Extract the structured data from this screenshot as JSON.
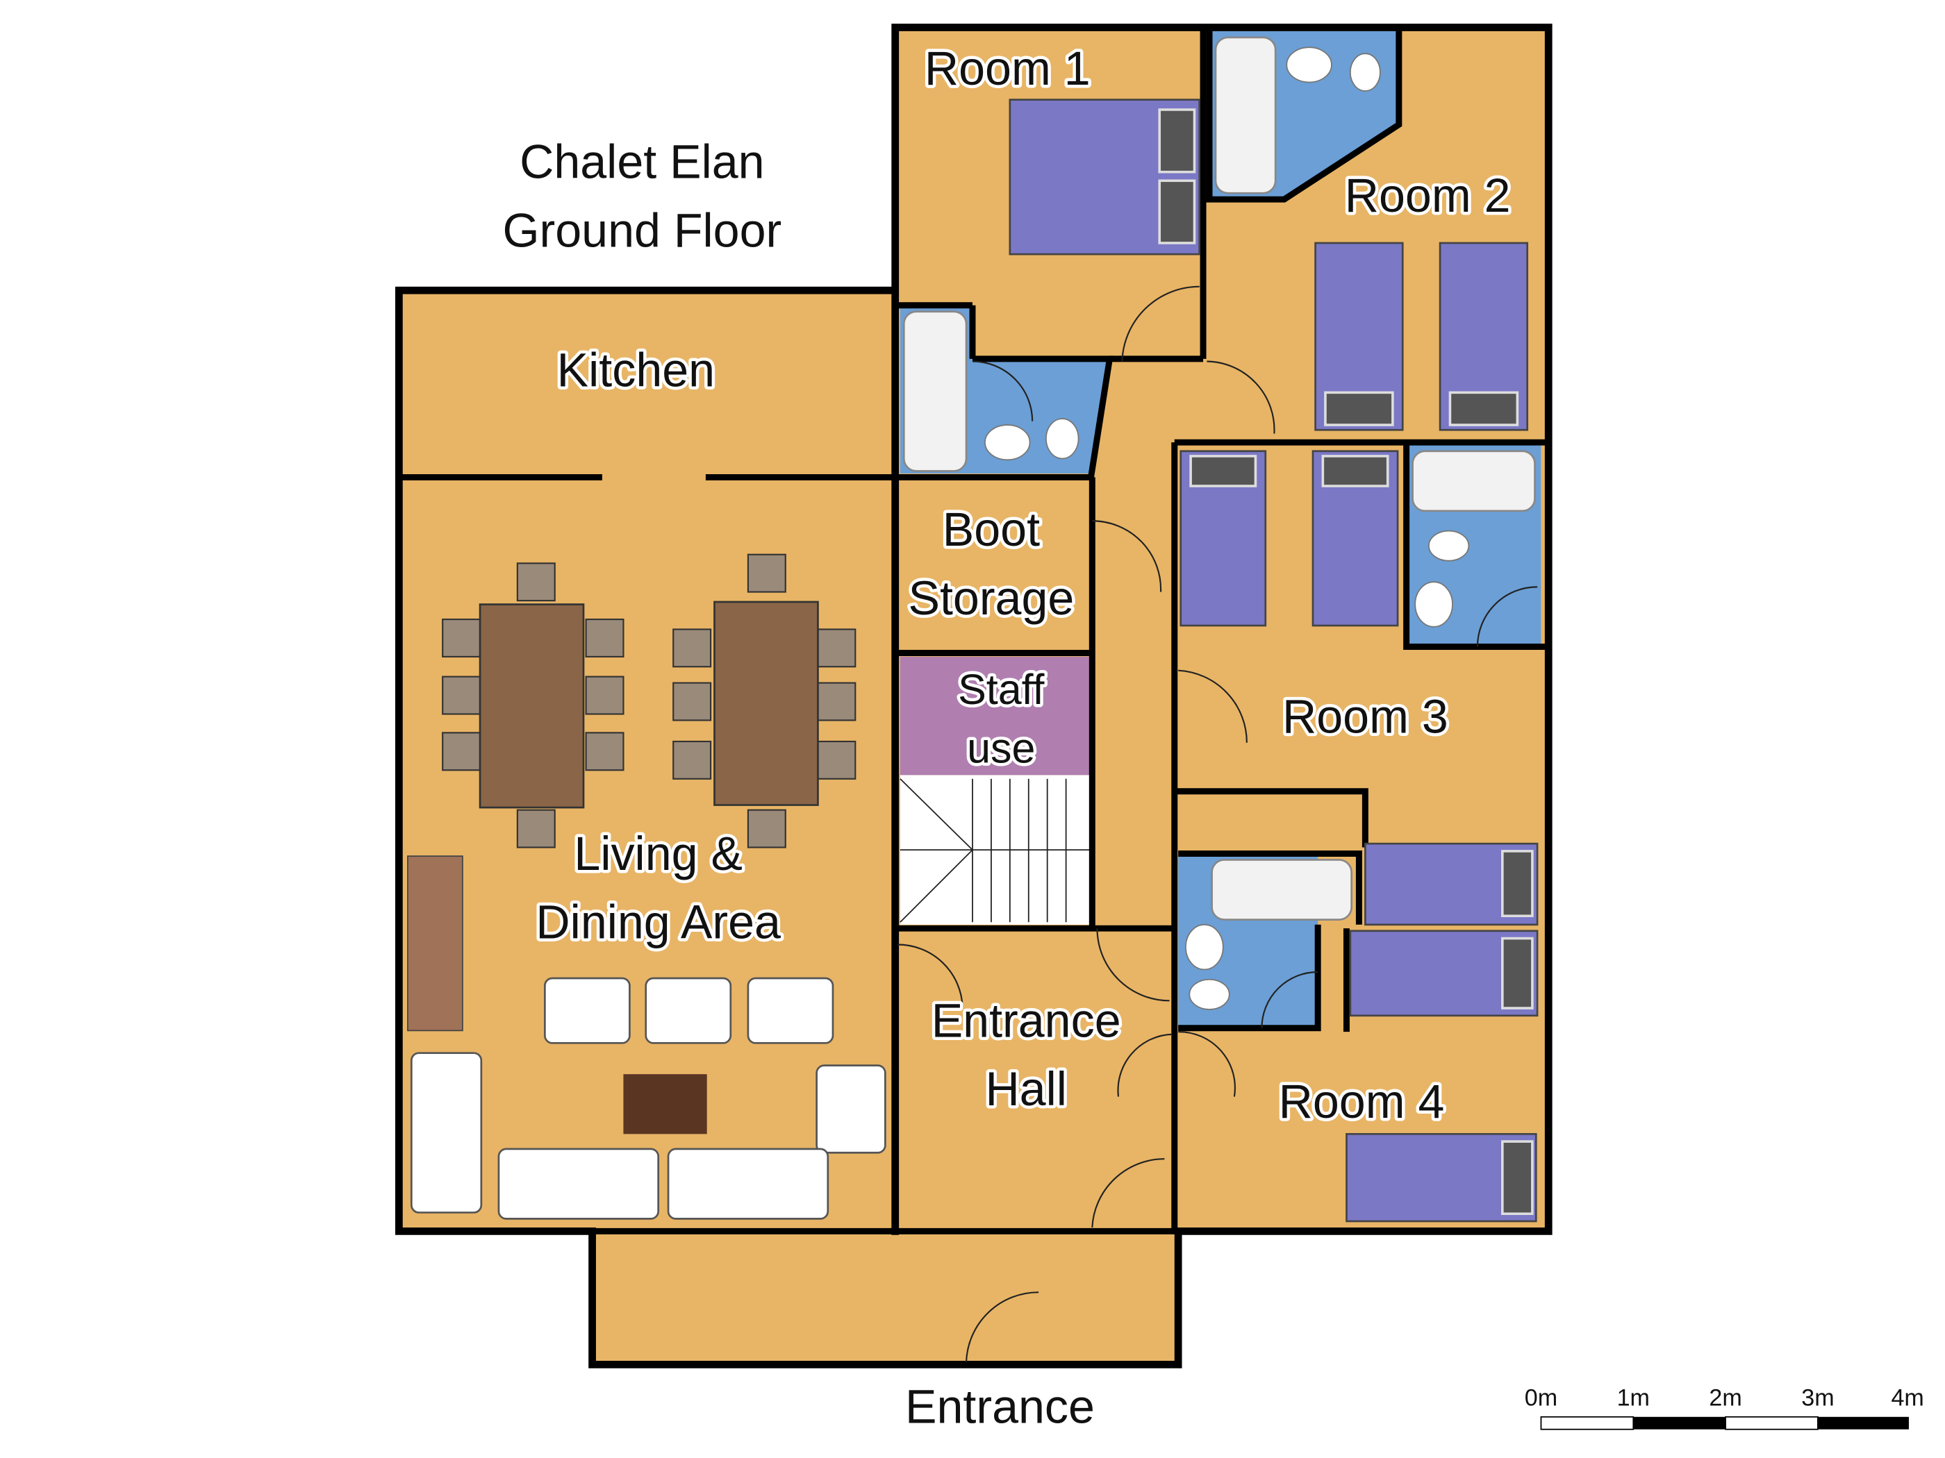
{
  "title": {
    "line1": "Chalet Elan",
    "line2": "Ground Floor"
  },
  "rooms": {
    "room1": "Room 1",
    "room2": "Room 2",
    "room3": "Room 3",
    "room4": "Room 4",
    "kitchen": "Kitchen",
    "boot1": "Boot",
    "boot2": "Storage",
    "staff1": "Staff",
    "staff2": "use",
    "living1": "Living &",
    "living2": "Dining Area",
    "hall1": "Entrance",
    "hall2": "Hall",
    "entrance": "Entrance"
  },
  "scale_bar": {
    "ticks": [
      "0m",
      "1m",
      "2m",
      "3m",
      "4m"
    ]
  },
  "colors": {
    "floor": "#e8b566",
    "bathroom": "#6b9fd6",
    "staff": "#b07fb0",
    "bed": "#7b78c6"
  }
}
